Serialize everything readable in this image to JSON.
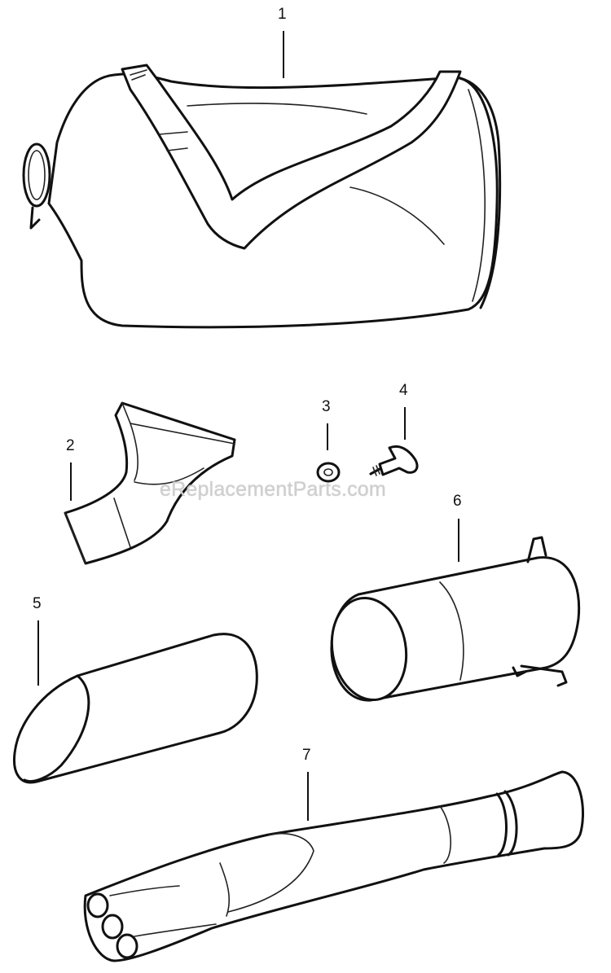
{
  "parts": [
    {
      "number": "1",
      "icon": "collection-bag-icon"
    },
    {
      "number": "2",
      "icon": "concentrator-nozzle-icon"
    },
    {
      "number": "3",
      "icon": "nut-icon"
    },
    {
      "number": "4",
      "icon": "thumb-screw-icon"
    },
    {
      "number": "5",
      "icon": "angled-tube-icon"
    },
    {
      "number": "6",
      "icon": "upper-tube-icon"
    },
    {
      "number": "7",
      "icon": "lower-tube-nozzle-icon"
    }
  ],
  "watermark": "eReplacementParts.com"
}
